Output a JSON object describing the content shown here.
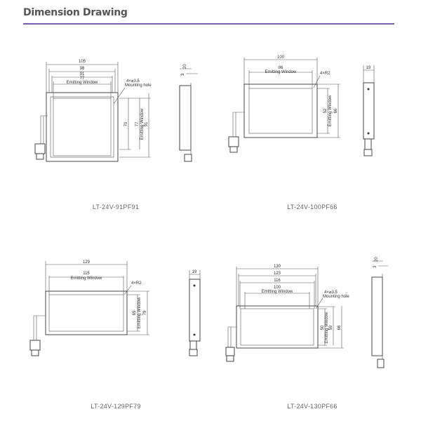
{
  "header": {
    "title": "Dimension Drawing",
    "accent_color": "#7b5ea7"
  },
  "drawings": [
    {
      "model": "LT-24V-91PF91",
      "dims": {
        "w1": "105",
        "w2": "98",
        "w3": "91",
        "w4": "77",
        "ew": "Emitting Window",
        "hole": "4×⌀3.5",
        "hole2": "Mounting hole",
        "h1": "70",
        "h2": "77",
        "h3": "91",
        "side1": "20",
        "side2": "3"
      }
    },
    {
      "model": "LT-24V-100PF66",
      "dims": {
        "w1": "100",
        "w2": "86",
        "ew": "Emitting Window",
        "corner": "4×R2",
        "h1": "52",
        "h2": "66",
        "side1": "19"
      }
    },
    {
      "model": "LT-24V-129PF79",
      "dims": {
        "w1": "129",
        "w2": "115",
        "ew": "Emitting Window",
        "corner": "4×R2",
        "h1": "65",
        "h2": "79",
        "side1": "19"
      }
    },
    {
      "model": "LT-24V-130PF66",
      "dims": {
        "w1": "130",
        "w2": "123",
        "w3": "116",
        "w4": "100",
        "ew": "Emitting Window",
        "hole": "4×⌀3.5",
        "hole2": "Mounting hole",
        "h1": "50",
        "h2": "59",
        "h3": "66",
        "side1": "20",
        "side2": "3"
      }
    }
  ]
}
